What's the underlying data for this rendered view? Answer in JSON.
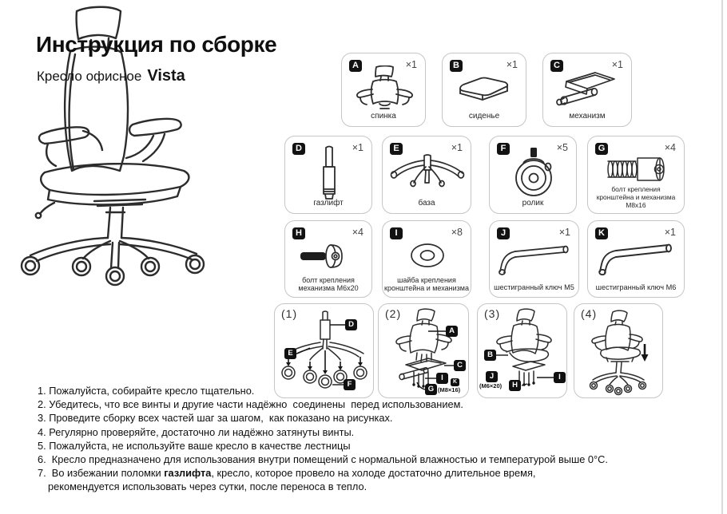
{
  "header": {
    "title": "Инструкция по сборке",
    "subtitle": "Кресло офисное",
    "model": "Vista"
  },
  "parts": [
    {
      "id": "A",
      "qty": "×1",
      "caption": "спинка"
    },
    {
      "id": "B",
      "qty": "×1",
      "caption": "сиденье"
    },
    {
      "id": "C",
      "qty": "×1",
      "caption": "механизм"
    },
    {
      "id": "D",
      "qty": "×1",
      "caption": "газлифт"
    },
    {
      "id": "E",
      "qty": "×1",
      "caption": "база"
    },
    {
      "id": "F",
      "qty": "×5",
      "caption": "ролик"
    },
    {
      "id": "G",
      "qty": "×4",
      "caption": "болт крепления\nкронштейна и механизма\nM8x16"
    },
    {
      "id": "H",
      "qty": "×4",
      "caption": "болт крепления\nмеханизма M6x20"
    },
    {
      "id": "I",
      "qty": "×8",
      "caption": "шайба крепления\nкронштейна и механизма"
    },
    {
      "id": "J",
      "qty": "×1",
      "caption": "шестигранный ключ M5"
    },
    {
      "id": "K",
      "qty": "×1",
      "caption": "шестигранный ключ M6"
    }
  ],
  "steps": [
    {
      "num": "(1)",
      "badge_d": "D",
      "badge_e": "E",
      "badge_f": "F"
    },
    {
      "num": "(2)",
      "badge_a": "A",
      "badge_c": "C",
      "badge_i": "I",
      "badge_k": "K",
      "badge_g": "G",
      "note": "(M8×16)"
    },
    {
      "num": "(3)",
      "badge_b": "B",
      "badge_j": "J",
      "badge_h": "H",
      "badge_i": "I",
      "note": "(M6×20)"
    },
    {
      "num": "(4)"
    }
  ],
  "instructions": {
    "i1": "1. Пожалуйста, собирайте кресло тщательно.",
    "i2": "2. Убедитесь, что все винты и другие части надёжно  соединены  перед использованием.",
    "i3": "3. Проведите сборку всех частей шаг за шагом,  как показано на рисунках.",
    "i4": "4. Регулярно проверяйте, достаточно ли надёжно затянуты винты.",
    "i5": "5. Пожалуйста, не используйте ваше кресло в качестве лестницы",
    "i6": "6.  Кресло предназначено для использования внутри помещений с нормальной влажностью и температурой выше 0°C.",
    "i7_prefix": "7.  Во избежании поломки ",
    "i7_bold": "газлифта",
    "i7_suffix": ", кресло, которое провело на холоде достаточно длительное время,",
    "i7_line2": "рекомендуется использовать через сутки, после переноса в тепло."
  }
}
